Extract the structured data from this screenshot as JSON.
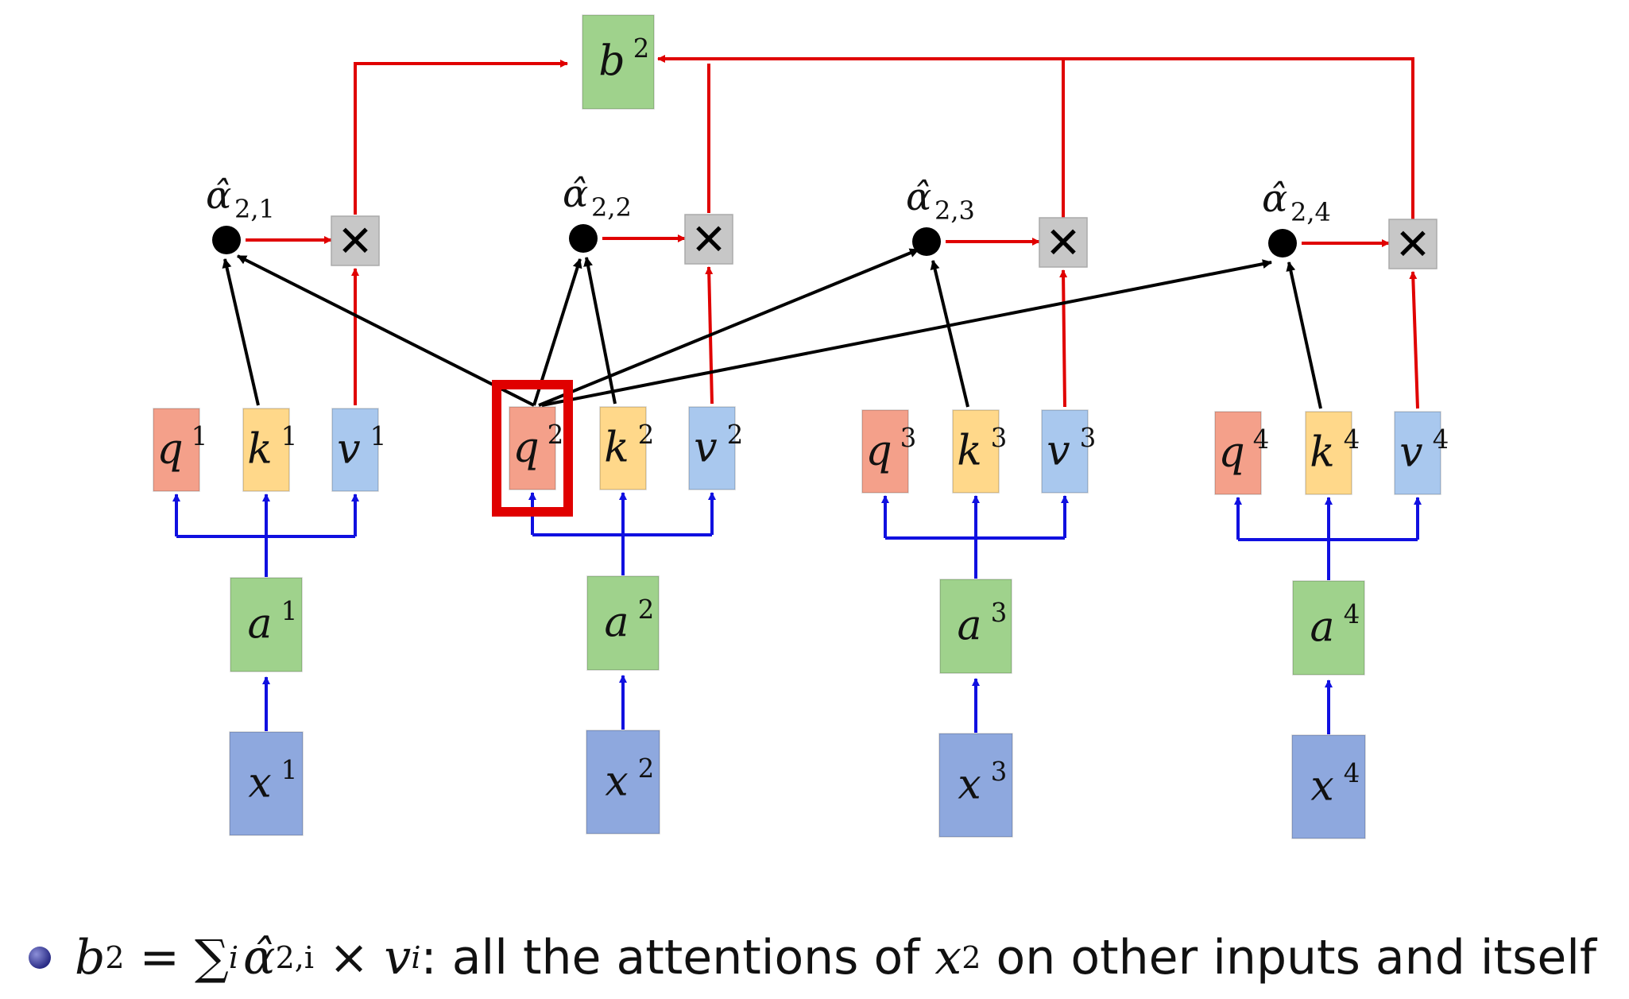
{
  "diagram": {
    "output": {
      "base": "b",
      "sup": "2"
    },
    "columns": [
      {
        "id": 1,
        "x": {
          "base": "x",
          "sup": "1"
        },
        "a": {
          "base": "a",
          "sup": "1"
        },
        "q": {
          "base": "q",
          "sup": "1"
        },
        "k": {
          "base": "k",
          "sup": "1"
        },
        "v": {
          "base": "v",
          "sup": "1"
        },
        "alpha": {
          "base": "α̂",
          "sub": "2,1"
        }
      },
      {
        "id": 2,
        "x": {
          "base": "x",
          "sup": "2"
        },
        "a": {
          "base": "a",
          "sup": "2"
        },
        "q": {
          "base": "q",
          "sup": "2"
        },
        "k": {
          "base": "k",
          "sup": "2"
        },
        "v": {
          "base": "v",
          "sup": "2"
        },
        "alpha": {
          "base": "α̂",
          "sub": "2,2"
        }
      },
      {
        "id": 3,
        "x": {
          "base": "x",
          "sup": "3"
        },
        "a": {
          "base": "a",
          "sup": "3"
        },
        "q": {
          "base": "q",
          "sup": "3"
        },
        "k": {
          "base": "k",
          "sup": "3"
        },
        "v": {
          "base": "v",
          "sup": "3"
        },
        "alpha": {
          "base": "α̂",
          "sub": "2,3"
        }
      },
      {
        "id": 4,
        "x": {
          "base": "x",
          "sup": "4"
        },
        "a": {
          "base": "a",
          "sup": "4"
        },
        "q": {
          "base": "q",
          "sup": "4"
        },
        "k": {
          "base": "k",
          "sup": "4"
        },
        "v": {
          "base": "v",
          "sup": "4"
        },
        "alpha": {
          "base": "α̂",
          "sub": "2,4"
        }
      }
    ],
    "highlighted_query": "q2",
    "multiply_symbol": "✕",
    "colors": {
      "x_box": "#8ea8de",
      "a_box": "#9fd28c",
      "q_box": "#f4a08a",
      "k_box": "#ffd88a",
      "v_box": "#a9c8ee",
      "b_box": "#9fd28c",
      "blue_arrow": "#1010e0",
      "red_arrow": "#e00000",
      "black_arrow": "#000000",
      "highlight": "#e00000"
    }
  },
  "caption": {
    "b": "b",
    "b_sup": "2",
    "eq": " = ",
    "sum": "∑",
    "sum_sub": "i",
    "alpha": "α̂",
    "alpha_sub": "2,i",
    "times": " × ",
    "v": "v",
    "v_sup": "i",
    "colon": ": ",
    "text1": "all the attentions of ",
    "x": "x",
    "x_sup": "2",
    "text2": " on other inputs and itself"
  }
}
